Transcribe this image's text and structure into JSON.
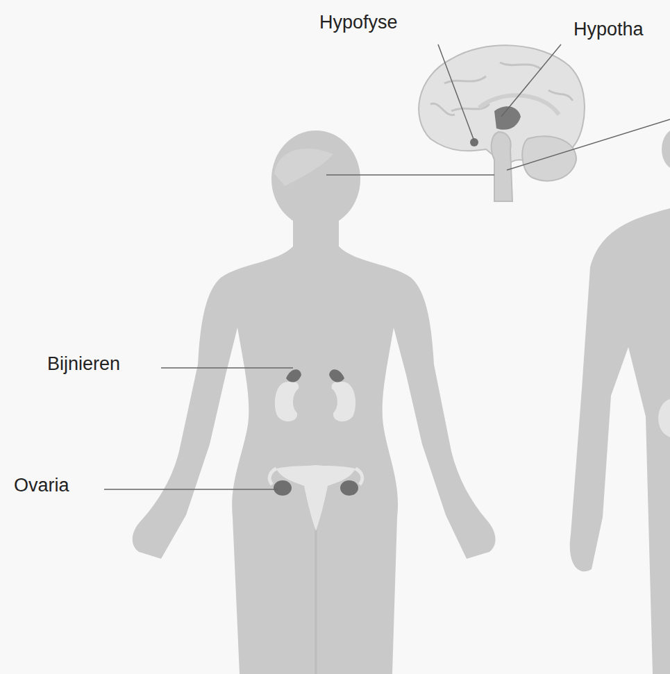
{
  "diagram": {
    "labels": [
      "Hypofyse",
      "Hypotha",
      "Bijnieren",
      "Ovaria"
    ]
  }
}
